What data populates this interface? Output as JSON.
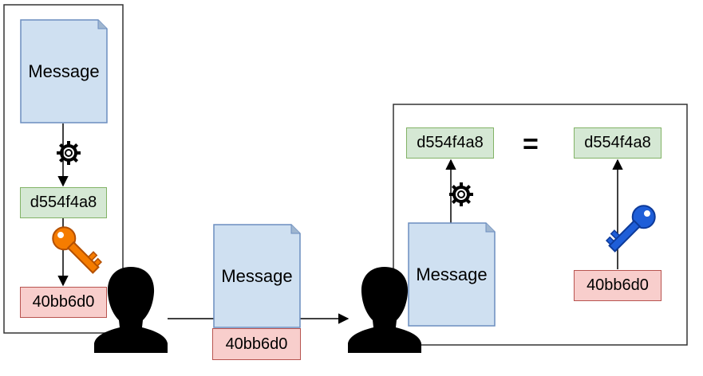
{
  "sender": {
    "message_label": "Message",
    "hash_value": "d554f4a8",
    "signature_value": "40bb6d0"
  },
  "transit": {
    "message_label": "Message",
    "signature_value": "40bb6d0"
  },
  "receiver": {
    "message_label": "Message",
    "computed_hash": "d554f4a8",
    "equals_sign": "=",
    "decrypted_hash": "d554f4a8",
    "signature_value": "40bb6d0"
  },
  "colors": {
    "document_fill": "#cfe0f1",
    "hash_fill": "#d5e8d4",
    "signature_fill": "#f8cecc",
    "private_key": "#f57c00",
    "public_key": "#1e5ed8",
    "person": "#000000"
  },
  "icons": [
    "gear-icon",
    "private-key-icon",
    "public-key-icon",
    "person-icon"
  ]
}
